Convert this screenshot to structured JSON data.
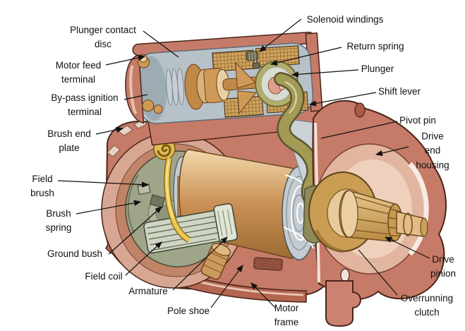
{
  "figure": {
    "type": "cutaway-diagram",
    "subject_labels_count": 19
  },
  "labels": [
    {
      "id": "plunger-contact-disc",
      "text": "Plunger contact\ndisc",
      "arrow": false
    },
    {
      "id": "motor-feed-terminal",
      "text": "Motor feed\nterminal",
      "arrow": true
    },
    {
      "id": "bypass-ignition-terminal",
      "text": "By-pass ignition\nterminal",
      "arrow": false
    },
    {
      "id": "brush-end-plate",
      "text": "Brush end\nplate",
      "arrow": true
    },
    {
      "id": "field-brush",
      "text": "Field\nbrush",
      "arrow": true
    },
    {
      "id": "brush-spring",
      "text": "Brush\nspring",
      "arrow": true
    },
    {
      "id": "ground-bush",
      "text": "Ground bush",
      "arrow": true
    },
    {
      "id": "field-coil",
      "text": "Field coil",
      "arrow": true
    },
    {
      "id": "armature",
      "text": "Armature",
      "arrow": true
    },
    {
      "id": "pole-shoe",
      "text": "Pole shoe",
      "arrow": true
    },
    {
      "id": "motor-frame",
      "text": "Motor\nframe",
      "arrow": true
    },
    {
      "id": "overrunning-clutch",
      "text": "Overrunning\nclutch",
      "arrow": false
    },
    {
      "id": "drive-pinion",
      "text": "Drive\npinion",
      "arrow": true
    },
    {
      "id": "drive-end-housing",
      "text": "Drive end\nhousing",
      "arrow": true
    },
    {
      "id": "pivot-pin",
      "text": "Pivot pin",
      "arrow": false
    },
    {
      "id": "shift-lever",
      "text": "Shift lever",
      "arrow": true
    },
    {
      "id": "plunger",
      "text": "Plunger",
      "arrow": true
    },
    {
      "id": "return-spring",
      "text": "Return spring",
      "arrow": true
    },
    {
      "id": "solenoid-windings",
      "text": "Solenoid windings",
      "arrow": true
    }
  ],
  "colors": {
    "housing_salmon": "#c57b68",
    "housing_dark": "#a85a47",
    "cut_surface_pink": "#e2b5a1",
    "frame_band": "#b4664f",
    "solenoid_gray": "#b7c1c8",
    "copper": "#c08948",
    "copper_light": "#e9cfa2",
    "winding_block": "#cfa45f",
    "armature_tan": "#c99055",
    "clutch_gold": "#c99e54",
    "lever_olive": "#a29a55",
    "field_coil_sage": "#cfd5c2",
    "end_plate_sage": "#9fa589",
    "brush_strap_yellow": "#ecc94f",
    "leader_line": "#111111"
  }
}
